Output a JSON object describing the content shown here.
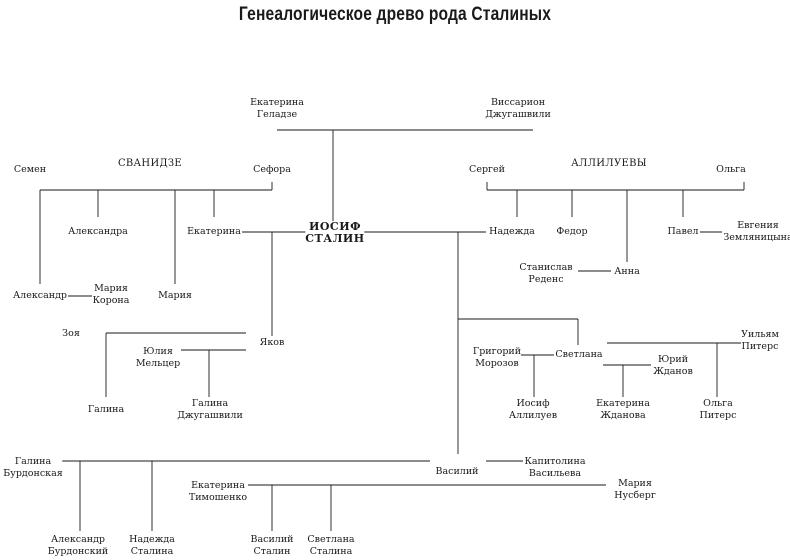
{
  "title": "Генеалогическое древо рода Сталиных",
  "clans": {
    "svanidze": "СВАНИДЗЕ",
    "alliluevy": "АЛЛИЛУЕВЫ"
  },
  "people": {
    "ekaterina_geladze": [
      "Екатерина",
      "Геладзе"
    ],
    "vissarion": [
      "Виссарион",
      "Джугашвили"
    ],
    "semen": [
      "Семен"
    ],
    "sefora": [
      "Сефора"
    ],
    "alexandra": [
      "Александра"
    ],
    "ekaterina_svanidze": [
      "Екатерина"
    ],
    "stalin": [
      "ИОСИФ",
      "СТАЛИН"
    ],
    "alexander_svanidze": [
      "Александр"
    ],
    "maria_korona": [
      "Мария",
      "Корона"
    ],
    "maria_svanidze": [
      "Мария"
    ],
    "sergei": [
      "Сергей"
    ],
    "olga_allilueva": [
      "Ольга"
    ],
    "nadezhda": [
      "Надежда"
    ],
    "fedor": [
      "Федор"
    ],
    "pavel": [
      "Павел"
    ],
    "evgenia": [
      "Евгения",
      "Земляницына"
    ],
    "stanislav": [
      "Станислав",
      "Реденс"
    ],
    "anna": [
      "Анна"
    ],
    "zoya": [
      "Зоя"
    ],
    "yakov": [
      "Яков"
    ],
    "yulia": [
      "Юлия",
      "Мельцер"
    ],
    "galina_zoya": [
      "Галина"
    ],
    "galina_dzh": [
      "Галина",
      "Джугашвили"
    ],
    "grigory": [
      "Григорий",
      "Морозов"
    ],
    "svetlana": [
      "Светлана"
    ],
    "yuri": [
      "Юрий",
      "Жданов"
    ],
    "william": [
      "Уильям",
      "Питерс"
    ],
    "iosif_alliluev": [
      "Иосиф",
      "Аллилуев"
    ],
    "ekaterina_zhdanova": [
      "Екатерина",
      "Жданова"
    ],
    "olga_peters": [
      "Ольга",
      "Питерс"
    ],
    "galina_burdonskaya": [
      "Галина",
      "Бурдонская"
    ],
    "vasily": [
      "Василий"
    ],
    "kapitolina": [
      "Капитолина",
      "Васильева"
    ],
    "ekaterina_timoshenko": [
      "Екатерина",
      "Тимошенко"
    ],
    "maria_nusberg": [
      "Мария",
      "Нусберг"
    ],
    "alexander_burdonsky": [
      "Александр",
      "Бурдонский"
    ],
    "nadezhda_stalina": [
      "Надежда",
      "Сталина"
    ],
    "vasily_stalin": [
      "Василий",
      "Сталин"
    ],
    "svetlana_stalina": [
      "Светлана",
      "Сталина"
    ]
  }
}
